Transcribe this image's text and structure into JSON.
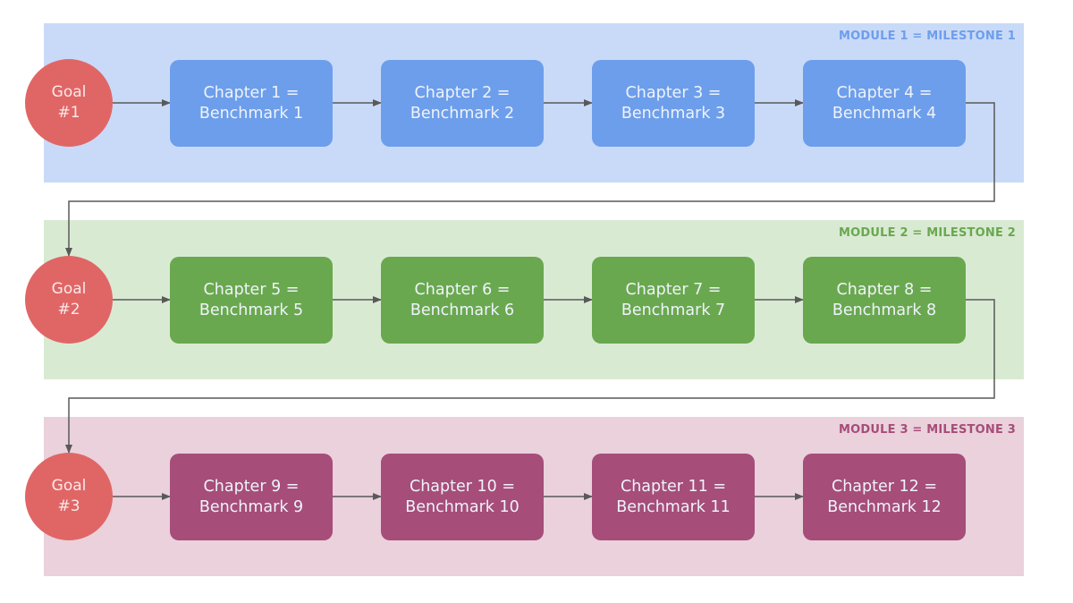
{
  "modules": [
    {
      "title": "MODULE 1 = MILESTONE 1",
      "colors": {
        "band": "#c9daf8",
        "box": "#6d9eeb",
        "title": "#6d9eeb"
      },
      "goal": {
        "line1": "Goal",
        "line2": "#1"
      },
      "chapters": [
        {
          "line1": "Chapter 1 =",
          "line2": "Benchmark 1"
        },
        {
          "line1": "Chapter 2 =",
          "line2": "Benchmark 2"
        },
        {
          "line1": "Chapter 3 =",
          "line2": "Benchmark 3"
        },
        {
          "line1": "Chapter 4 =",
          "line2": "Benchmark 4"
        }
      ]
    },
    {
      "title": "MODULE 2 = MILESTONE 2",
      "colors": {
        "band": "#d9ead3",
        "box": "#6aa84f",
        "title": "#6aa84f"
      },
      "goal": {
        "line1": "Goal",
        "line2": "#2"
      },
      "chapters": [
        {
          "line1": "Chapter 5 =",
          "line2": "Benchmark 5"
        },
        {
          "line1": "Chapter 6 =",
          "line2": "Benchmark 6"
        },
        {
          "line1": "Chapter 7 =",
          "line2": "Benchmark 7"
        },
        {
          "line1": "Chapter 8 =",
          "line2": "Benchmark 8"
        }
      ]
    },
    {
      "title": "MODULE 3 = MILESTONE 3",
      "colors": {
        "band": "#ead1dc",
        "box": "#a64d79",
        "title": "#a64d79"
      },
      "goal": {
        "line1": "Goal",
        "line2": "#3"
      },
      "chapters": [
        {
          "line1": "Chapter 9 =",
          "line2": "Benchmark 9"
        },
        {
          "line1": "Chapter 10 =",
          "line2": "Benchmark 10"
        },
        {
          "line1": "Chapter 11 =",
          "line2": "Benchmark 11"
        },
        {
          "line1": "Chapter 12 =",
          "line2": "Benchmark 12"
        }
      ]
    }
  ],
  "goal_color": "#e06666",
  "connector_color": "#595959"
}
